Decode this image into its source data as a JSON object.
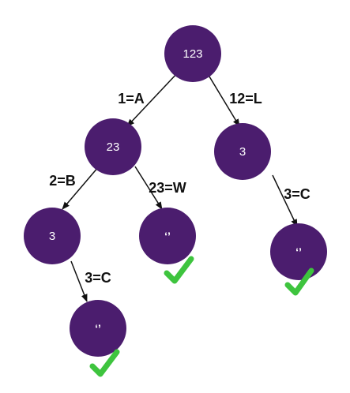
{
  "colors": {
    "node": "#4b1d6e",
    "edge": "#111111",
    "check": "#3ec43e"
  },
  "nodes": [
    {
      "id": "root",
      "label": "123"
    },
    {
      "id": "n23",
      "label": "23"
    },
    {
      "id": "n3-right",
      "label": "3"
    },
    {
      "id": "n3-left",
      "label": "3"
    },
    {
      "id": "empty-mid",
      "label": "‘’"
    },
    {
      "id": "empty-right",
      "label": "‘’"
    },
    {
      "id": "empty-bottom",
      "label": "‘’"
    }
  ],
  "edges": [
    {
      "label": "1=A"
    },
    {
      "label": "12=L"
    },
    {
      "label": "2=B"
    },
    {
      "label": "23=W"
    },
    {
      "label": "3=C"
    },
    {
      "label": "3=C"
    }
  ],
  "checkmarks": [
    "checkmark-icon",
    "checkmark-icon",
    "checkmark-icon"
  ]
}
